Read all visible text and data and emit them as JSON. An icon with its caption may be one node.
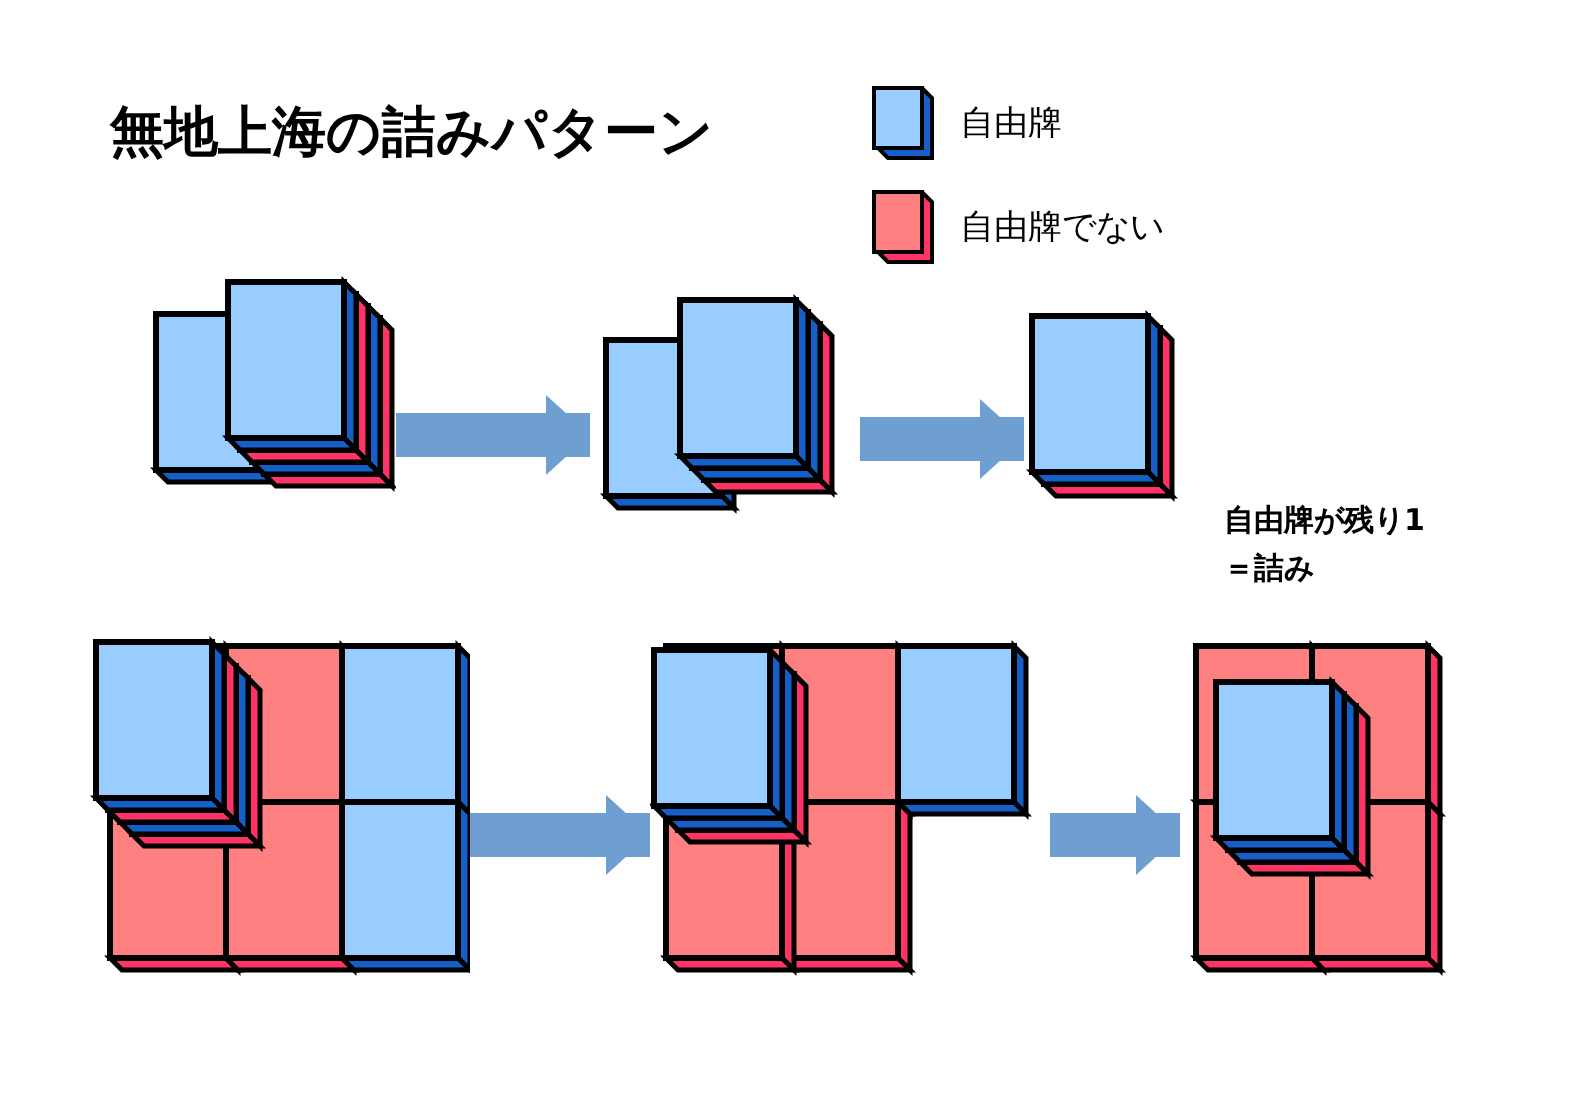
{
  "diagram": {
    "title": "無地上海の詰みパターン",
    "nodes": [
      {
        "text": [],
        "shape": "picture"
      },
      {
        "text": [],
        "shape": "picture"
      },
      {
        "text": [],
        "shape": "picture"
      },
      {
        "text": [],
        "shape": "picture"
      },
      {
        "text": [],
        "shape": "picture"
      },
      {
        "text": [],
        "shape": "picture"
      }
    ],
    "edges": [
      {
        "from": 0,
        "to": 1,
        "arrow": "to"
      },
      {
        "from": 1,
        "to": 2,
        "arrow": "to"
      },
      {
        "from": 3,
        "to": 4,
        "arrow": "to"
      },
      {
        "from": 4,
        "to": 5,
        "arrow": "to"
      }
    ],
    "labels": [
      "自由牌が残り1 ＝詰み"
    ],
    "legend": [
      {
        "text": "自由牌",
        "color": "#99ccff"
      },
      {
        "text": "自由牌でない",
        "color": "#ff8080"
      }
    ]
  }
}
